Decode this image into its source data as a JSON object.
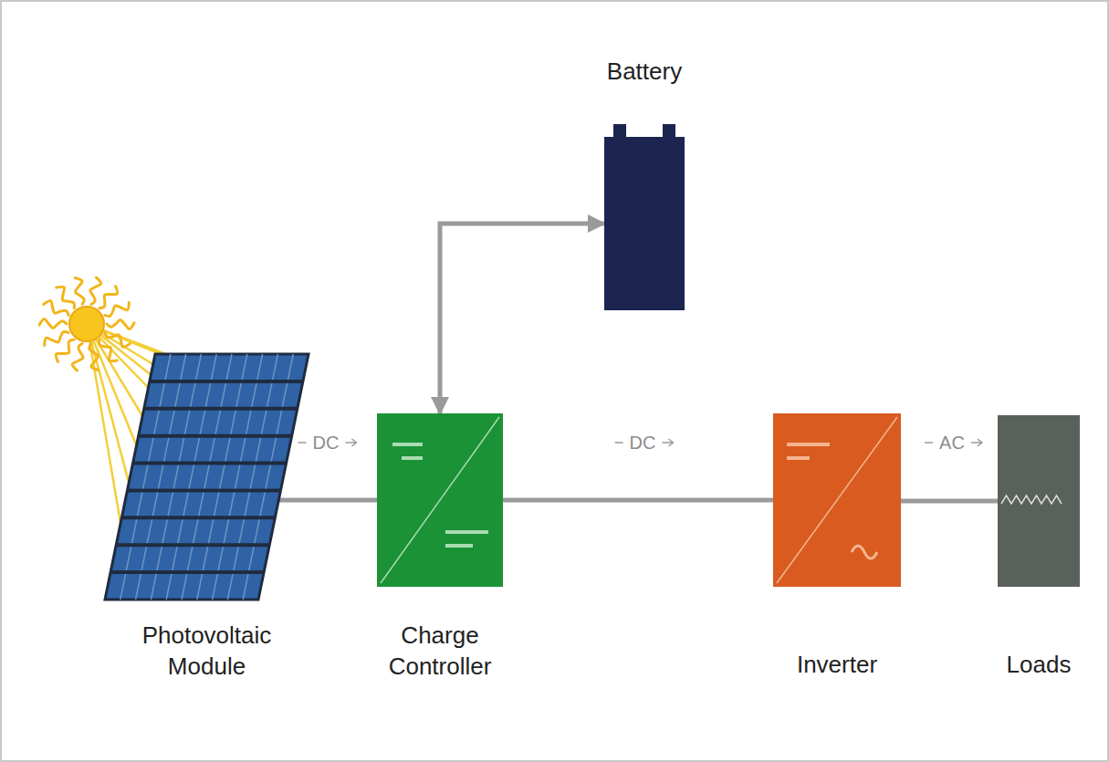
{
  "diagram": {
    "nodes": [
      {
        "text": [
          "Photovoltaic Module"
        ]
      },
      {
        "text": [
          "Charge Controller"
        ]
      },
      {
        "text": [
          "Battery"
        ]
      },
      {
        "text": [
          "Inverter"
        ]
      },
      {
        "text": [
          "Loads"
        ]
      }
    ],
    "edges": [
      {
        "from": 0,
        "to": 1,
        "label": "DC",
        "arrow": "none"
      },
      {
        "from": 1,
        "to": 2,
        "arrow": "both"
      },
      {
        "from": 1,
        "to": 3,
        "label": "DC",
        "arrow": "none"
      },
      {
        "from": 3,
        "to": 4,
        "label": "AC",
        "arrow": "none"
      }
    ]
  }
}
